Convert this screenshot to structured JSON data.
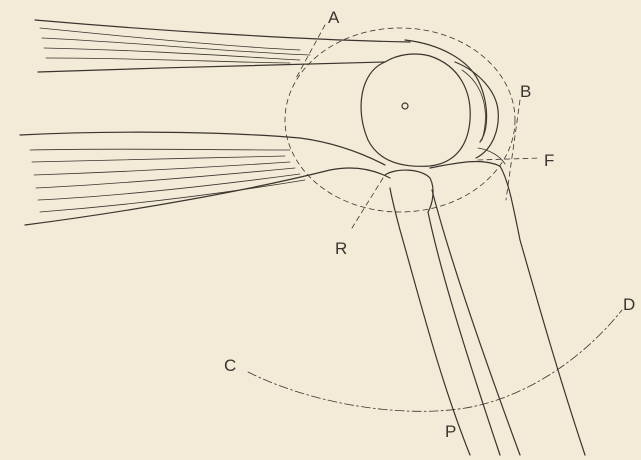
{
  "figure": {
    "background": "#f3ead8",
    "ink": "#3a342c",
    "labels": {
      "A": "A",
      "B": "B",
      "C": "C",
      "D": "D",
      "F": "F",
      "P": "P",
      "R": "R"
    }
  }
}
